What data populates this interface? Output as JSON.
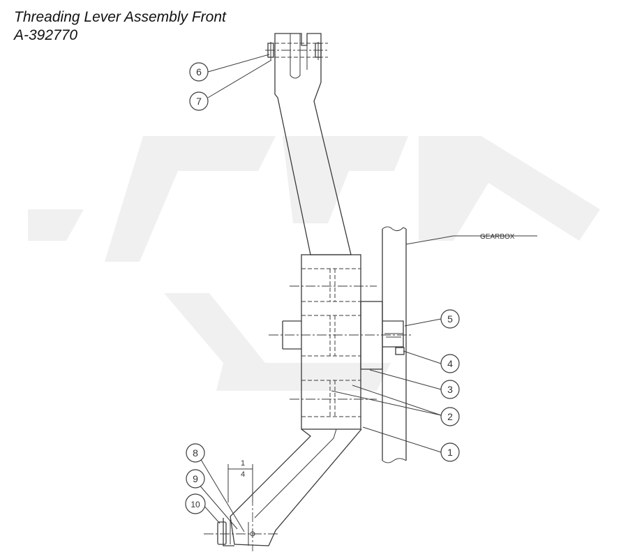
{
  "header": {
    "title": "Threading Lever Assembly Front",
    "part_number": "A-392770"
  },
  "watermark": {
    "color": "#f0f0f0"
  },
  "callouts": {
    "c1": "1",
    "c2": "2",
    "c3": "3",
    "c4": "4",
    "c5": "5",
    "c6": "6",
    "c7": "7",
    "c8": "8",
    "c9": "9",
    "c10": "10"
  },
  "labels": {
    "gearbox": "GEARBOX",
    "dim_num": "1",
    "dim_den": "4"
  },
  "colors": {
    "line": "#3a3a3a",
    "background": "#ffffff"
  }
}
